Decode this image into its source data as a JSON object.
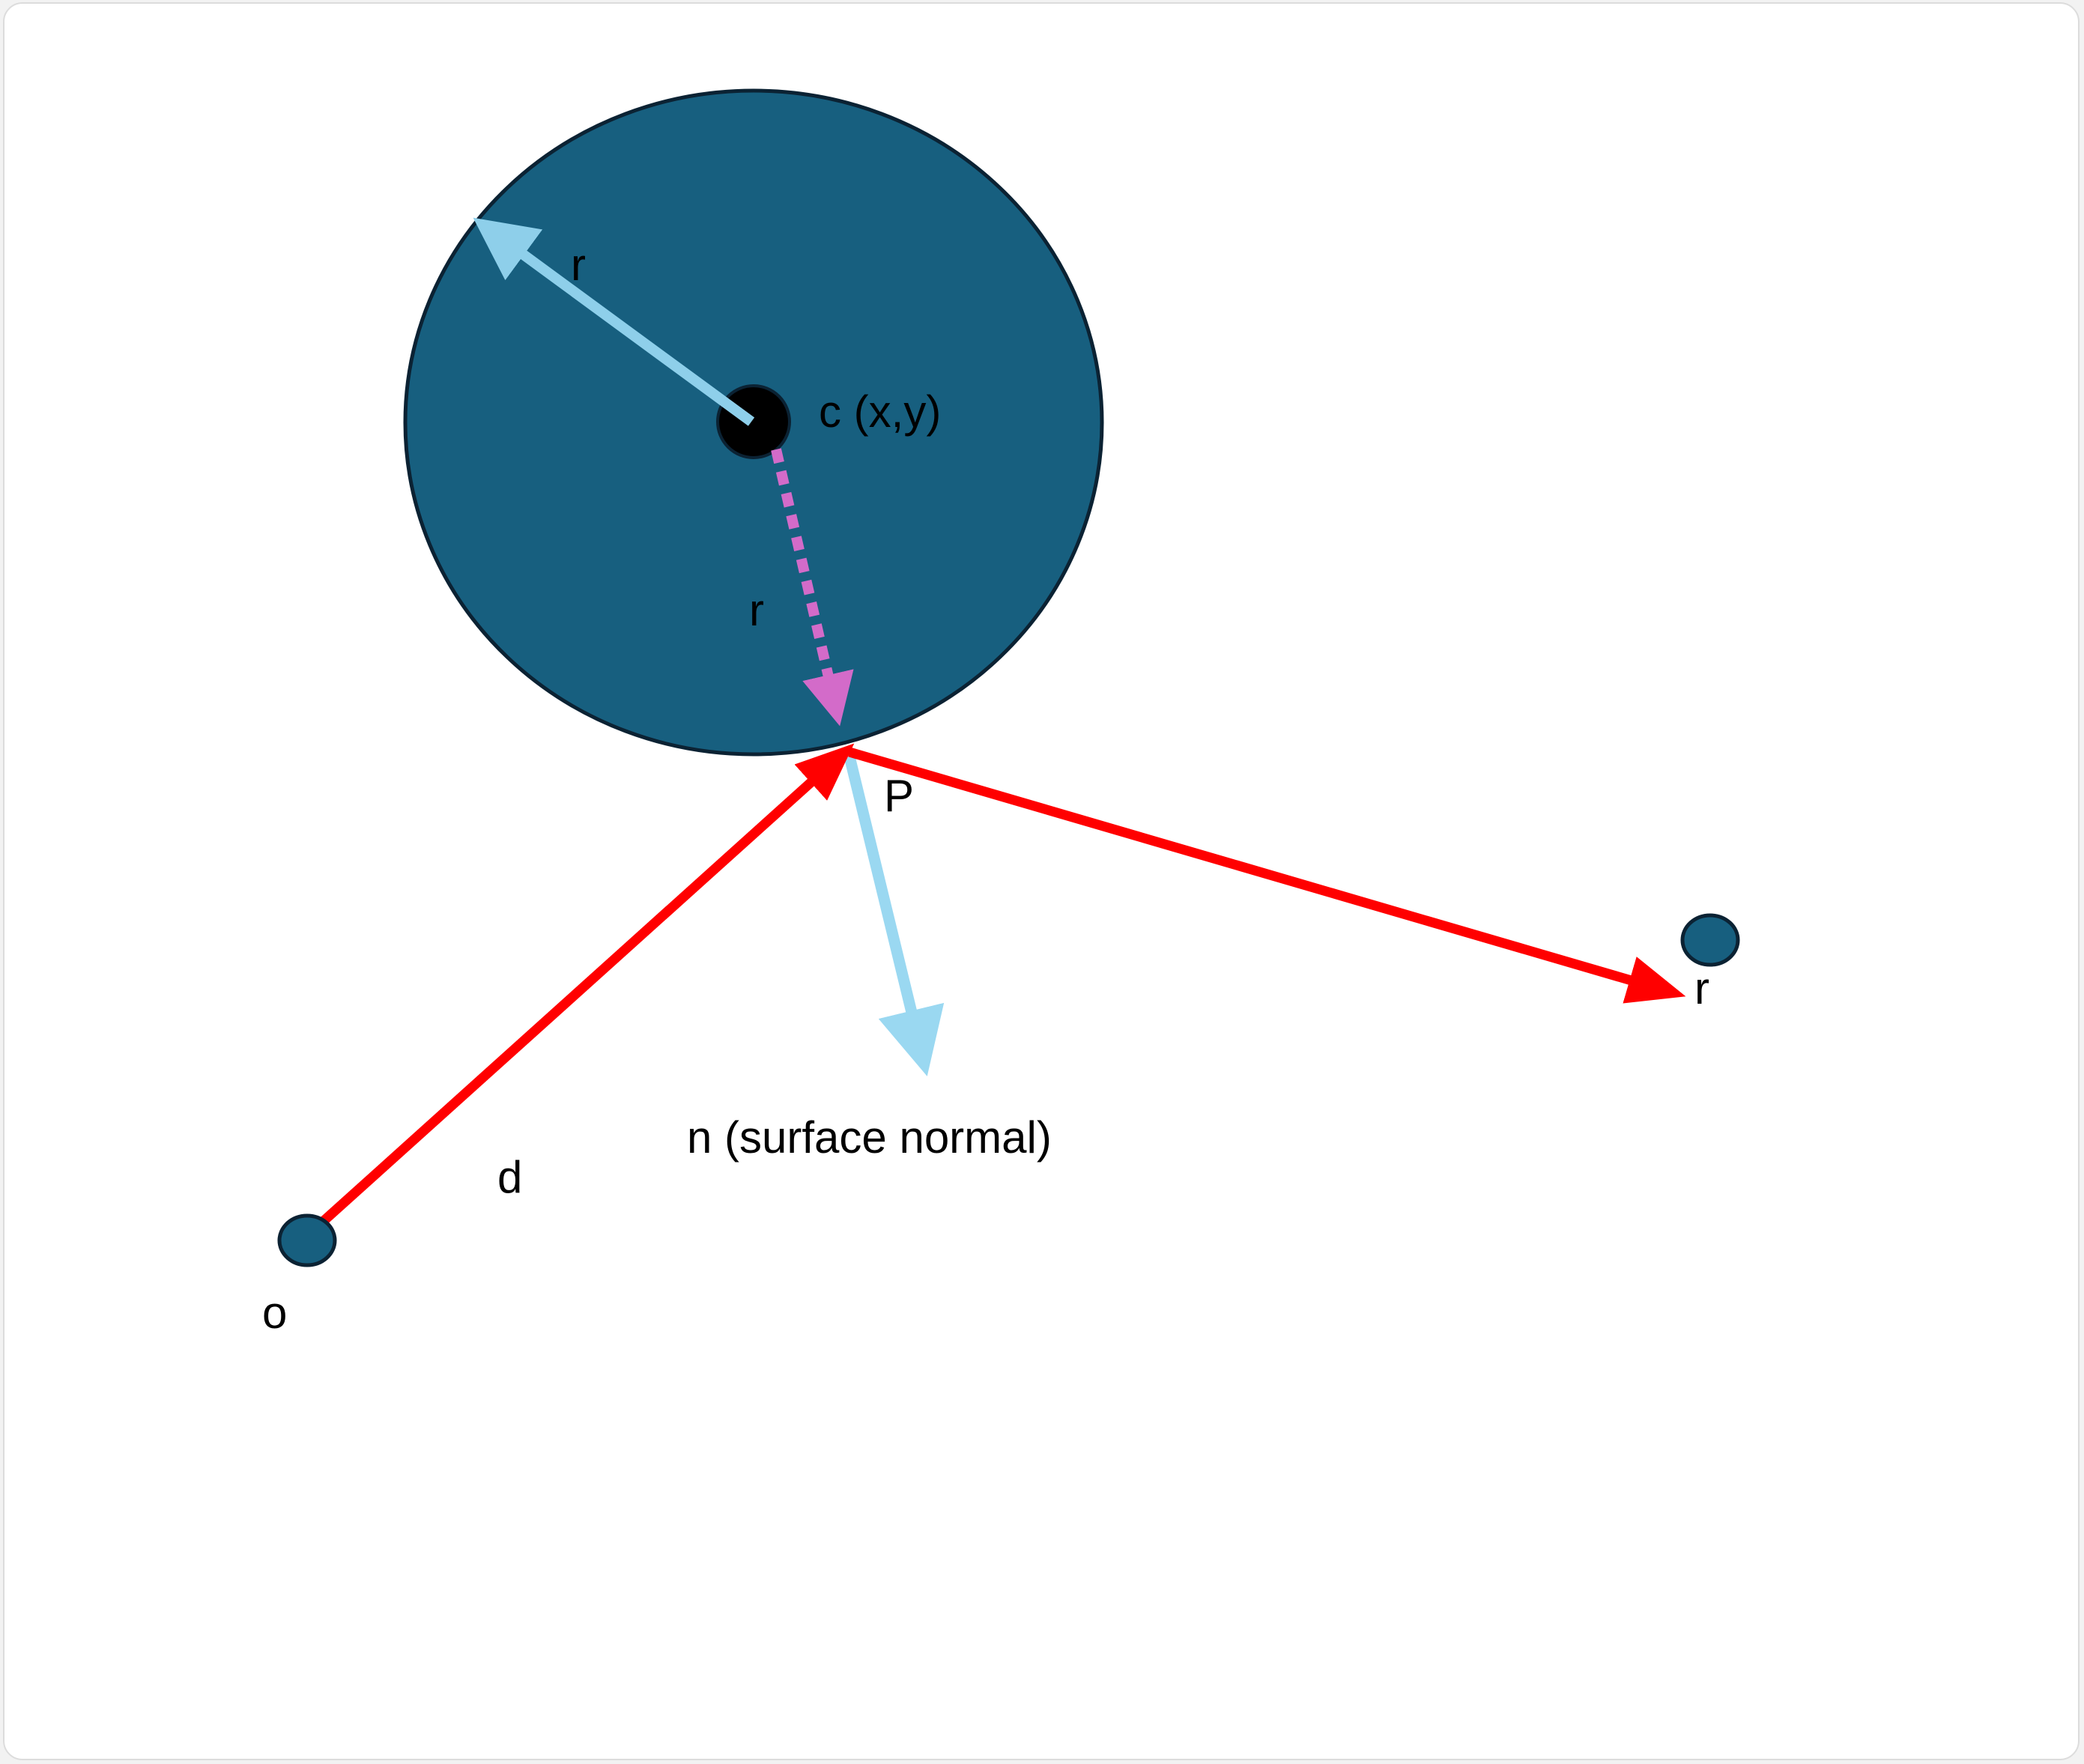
{
  "labels": {
    "radius_upper": "r",
    "center": "c (x,y)",
    "radius_lower": "r",
    "hit_point": "P",
    "reflected": "r",
    "normal": "n (surface normal)",
    "direction": "d",
    "origin": "o"
  },
  "colors": {
    "sphere_fill": "#175F7F",
    "sphere_stroke": "#0B2233",
    "center_dot": "#000000",
    "radius_arrow": "#8ECFEA",
    "normal_arrow": "#9AD8F1",
    "dashed_radius": "#D36BC9",
    "ray": "#FF0000"
  }
}
